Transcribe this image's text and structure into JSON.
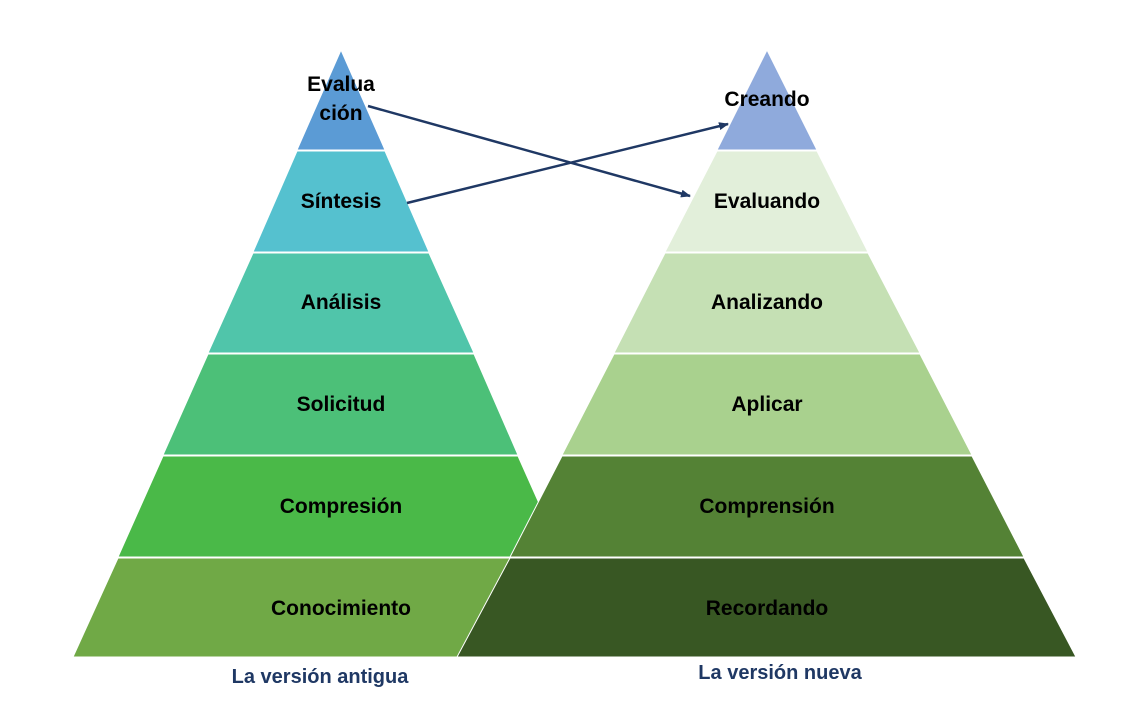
{
  "old_pyramid": {
    "caption": "La versión antigua",
    "levels": [
      {
        "line1": "Evalua",
        "line2": "ción",
        "color": "#5b9bd5"
      },
      {
        "label": "Síntesis",
        "color": "#55c1cf"
      },
      {
        "label": "Análisis",
        "color": "#50c5aa"
      },
      {
        "label": "Solicitud",
        "color": "#4cc078"
      },
      {
        "label": "Compresión",
        "color": "#4ab948"
      },
      {
        "label": "Conocimiento",
        "color": "#70a946"
      }
    ]
  },
  "new_pyramid": {
    "caption": "La versión nueva",
    "levels": [
      {
        "label": "Creando",
        "color": "#8faadc"
      },
      {
        "label": "Evaluando",
        "color": "#e2efda"
      },
      {
        "label": "Analizando",
        "color": "#c5e0b4"
      },
      {
        "label": "Aplicar",
        "color": "#a9d18e"
      },
      {
        "label": "Comprensión",
        "color": "#548235"
      },
      {
        "label": "Recordando",
        "color": "#385723"
      }
    ]
  },
  "arrow_color": "#1f3864"
}
